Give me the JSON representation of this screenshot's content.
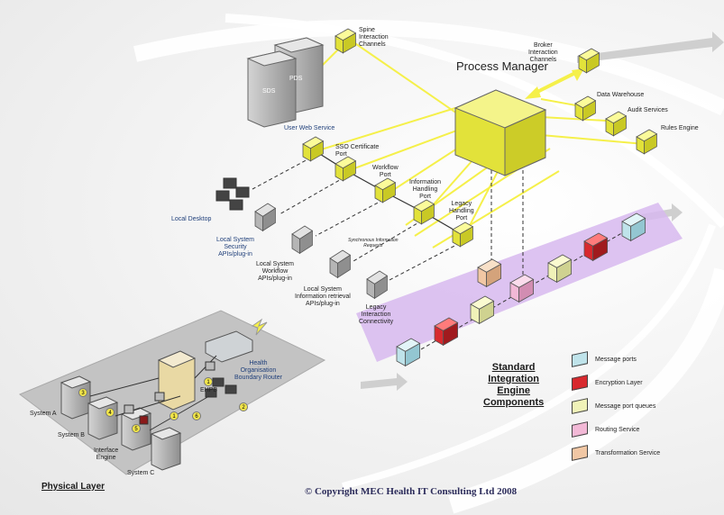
{
  "labels": {
    "sds": "SDS",
    "pds": "PDS",
    "spine_channels": "Spine\nInteraction\nChannels",
    "process_manager": "Process\nManager",
    "broker_channels": "Broker\nInteraction\nChannels",
    "data_warehouse": "Data Warehouse",
    "audit_services": "Audit Services",
    "rules_engine": "Rules Engine",
    "user_web_service": "User Web Service",
    "sso_port": "SSO Certificate\nPort",
    "workflow_port": "Workflow\nPort",
    "info_port": "Information\nHandling\nPort",
    "legacy_port": "Legacy\nHandling\nPort",
    "local_desktop": "Local Desktop",
    "ls_security": "Local System\nSecurity\nAPIs/plug-in",
    "ls_workflow": "Local System\nWorkflow\nAPIs/plug-in",
    "ls_info": "Local System\nInformation retrieval\nAPIs/plug-in",
    "legacy_conn": "Legacy\nInteraction\nConnectivity",
    "sync_requests": "Synchronous Information\nRequests",
    "router": "Health\nOrganisation\nBoundary Router",
    "ehpb": "EHPB",
    "system_a": "System A",
    "system_b": "System B",
    "system_c": "System C",
    "interface_engine": "Interface\nEngine",
    "sie_title": "Standard\nIntegration\nEngine\nComponents",
    "physical_layer": "Physical Layer",
    "copyright": "© Copyright MEC Health IT Consulting Ltd 2008"
  },
  "legend": [
    {
      "label": "Message ports",
      "color": "#bfe3ea"
    },
    {
      "label": "Encryption Layer",
      "color": "#d8292e"
    },
    {
      "label": "Message port queues",
      "color": "#f0f2b8"
    },
    {
      "label": "Routing Service",
      "color": "#f2b8d6"
    },
    {
      "label": "Transformation Service",
      "color": "#f1c7a4"
    }
  ],
  "badges": [
    "3",
    "4",
    "5",
    "1",
    "1",
    "2",
    "6"
  ],
  "colors": {
    "yellow_box": "#f2f25a",
    "yellow_line": "#f5f04a",
    "gray_box": "#bdbdbd",
    "purple_band": "#d7b8ee",
    "physical_platform": "#bfbfbf"
  }
}
